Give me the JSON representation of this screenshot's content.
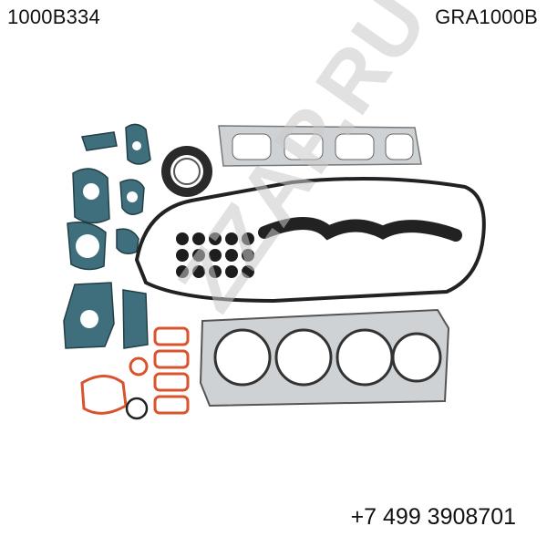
{
  "header": {
    "part_number": "1000B334",
    "oem_number": "GRA1000B"
  },
  "footer": {
    "phone": "+7 499 3908701"
  },
  "watermark": {
    "text": "ZZAP.RU"
  },
  "colors": {
    "gasket_teal": "#3f6f7c",
    "gasket_metal": "#cfd2d4",
    "seal_black": "#222222",
    "seal_red": "#d9532c"
  }
}
